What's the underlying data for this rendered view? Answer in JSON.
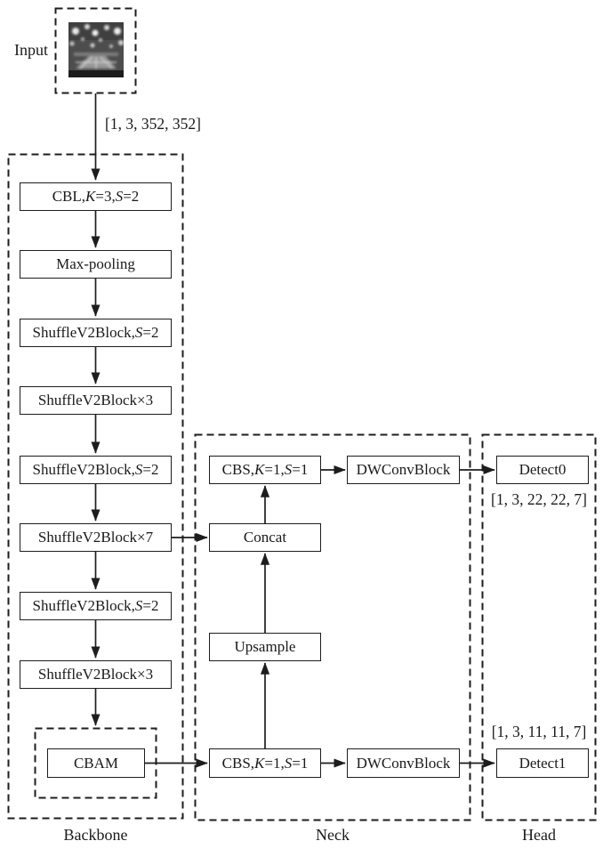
{
  "input": {
    "label": "Input",
    "tensor_label": "[1, 3, 352, 352]"
  },
  "backbone": {
    "title": "Backbone",
    "blocks": [
      {
        "segments": [
          {
            "text": "CBL, "
          },
          {
            "text": "K",
            "italic": true
          },
          {
            "text": "=3, "
          },
          {
            "text": "S",
            "italic": true
          },
          {
            "text": "=2"
          }
        ]
      },
      {
        "label": "Max-pooling"
      },
      {
        "segments": [
          {
            "text": "ShuffleV2Block, "
          },
          {
            "text": "S",
            "italic": true
          },
          {
            "text": "=2"
          }
        ]
      },
      {
        "label": "ShuffleV2Block×3"
      },
      {
        "segments": [
          {
            "text": "ShuffleV2Block, "
          },
          {
            "text": "S",
            "italic": true
          },
          {
            "text": "=2"
          }
        ]
      },
      {
        "label": "ShuffleV2Block×7"
      },
      {
        "segments": [
          {
            "text": "ShuffleV2Block, "
          },
          {
            "text": "S",
            "italic": true
          },
          {
            "text": "=2"
          }
        ]
      },
      {
        "label": "ShuffleV2Block×3"
      },
      {
        "label": "CBAM"
      }
    ]
  },
  "neck": {
    "title": "Neck",
    "cbs_top": {
      "segments": [
        {
          "text": "CBS, "
        },
        {
          "text": "K",
          "italic": true
        },
        {
          "text": "=1, "
        },
        {
          "text": "S",
          "italic": true
        },
        {
          "text": "=1"
        }
      ]
    },
    "dwconv_top": {
      "label": "DWConvBlock"
    },
    "concat": {
      "label": "Concat"
    },
    "upsample": {
      "label": "Upsample"
    },
    "cbs_bottom": {
      "segments": [
        {
          "text": "CBS, "
        },
        {
          "text": "K",
          "italic": true
        },
        {
          "text": "=1, "
        },
        {
          "text": "S",
          "italic": true
        },
        {
          "text": "=1"
        }
      ]
    },
    "dwconv_bottom": {
      "label": "DWConvBlock"
    }
  },
  "head": {
    "title": "Head",
    "detect0": {
      "label": "Detect0",
      "tensor_label": "[1, 3, 22, 22, 7]"
    },
    "detect1": {
      "label": "Detect1",
      "tensor_label": "[1, 3, 11, 11, 7]"
    }
  },
  "colors": {
    "line": "#1d1d1d",
    "background": "#ffffff"
  }
}
